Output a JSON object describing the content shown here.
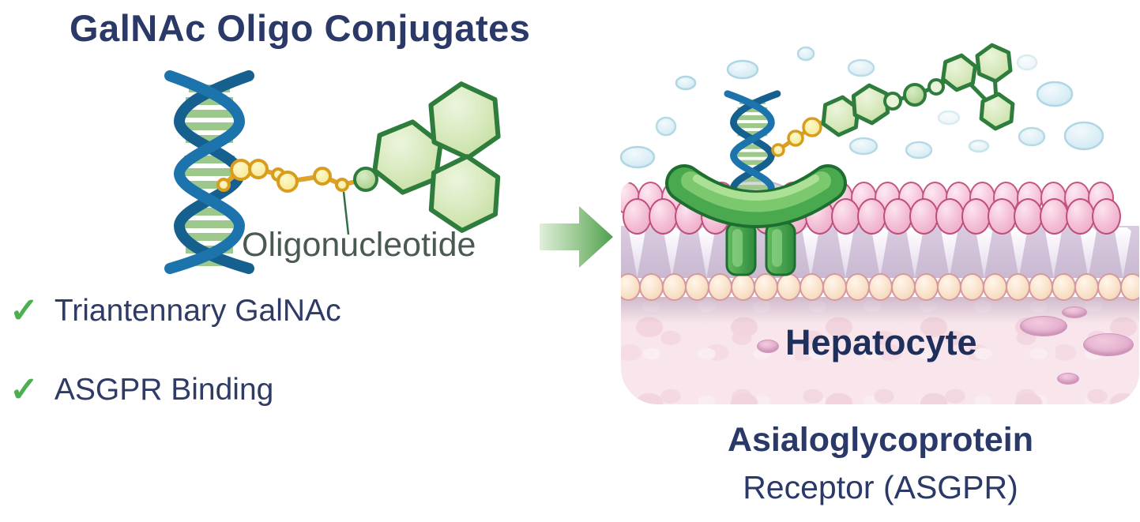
{
  "title": "GalNAc Oligo Conjugates",
  "diagram": {
    "oligo_label": "Oligonucleotide",
    "checklist": [
      {
        "icon": "✓",
        "label": "Triantennary GalNAc"
      },
      {
        "icon": "✓",
        "label": "ASGPR Binding"
      }
    ],
    "cell_label": "Hepatocyte",
    "receptor_caption_line1": "Asialoglycoprotein",
    "receptor_caption_line2": "Receptor (ASGPR)"
  },
  "colors": {
    "heading_navy": "#2a3968",
    "check_green": "#4caf50",
    "oligo_text_green_gray": "#4a5a50",
    "dna_strand_blue": "#1d74ad",
    "dna_rung_green": "#9cc98b",
    "linker_yellow": "#f8efa9",
    "linker_outline": "#d99d1e",
    "galnac_hexagon_green": "#cfe5b4",
    "galnac_outline": "#2e7d3c",
    "receptor_green": "#4aa94e",
    "membrane_head_pink": "#f5c2d8",
    "inner_leaflet_beige": "#f7ddc2",
    "cytoplasm_pink": "#f8e6ec",
    "vesicle_bubble_blue": "#dcedf4",
    "arrow_green": "#55a657"
  }
}
